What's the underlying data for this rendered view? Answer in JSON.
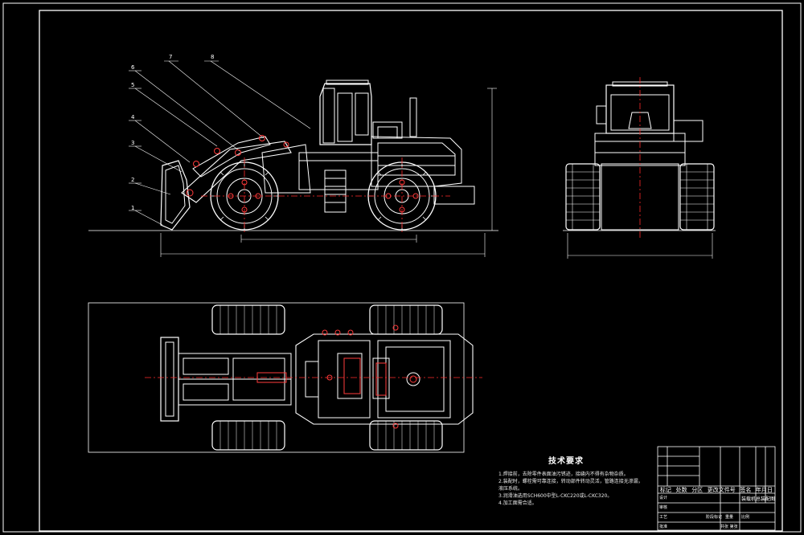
{
  "tech_requirements": {
    "title": "技术要求",
    "lines": [
      "1.焊接前，去除零件表面油污锈迹，接缝内不得有杂物杂质。",
      "2.装配时，螺栓需可靠连接，转动部件转动灵活，管路连接无渗漏，",
      "液压系统。",
      "3.润滑油选用SCH600中型L-CKC220或L-CKC320。",
      "4.加工面需合适。"
    ]
  },
  "title_block": {
    "header_cells": [
      "标记",
      "处数",
      "分区",
      "更改文件号",
      "签名",
      "年月日"
    ],
    "header_row": "标 记 处 数 分 区 更改文件号 签 名",
    "drawing_name": "装载机总装配图",
    "role_labels": [
      "设计",
      "审核",
      "工艺",
      "批准"
    ],
    "scale_label": "比例",
    "sheet_label": "共张 第张",
    "bottom_labels": [
      "阶段标记",
      "重量",
      "比例"
    ]
  },
  "colors": {
    "background": "#000000",
    "line_white": "#ffffff",
    "center_line": "#ff2a2a",
    "accent_red": "#ff3b3b",
    "frame": "#ffffff"
  }
}
